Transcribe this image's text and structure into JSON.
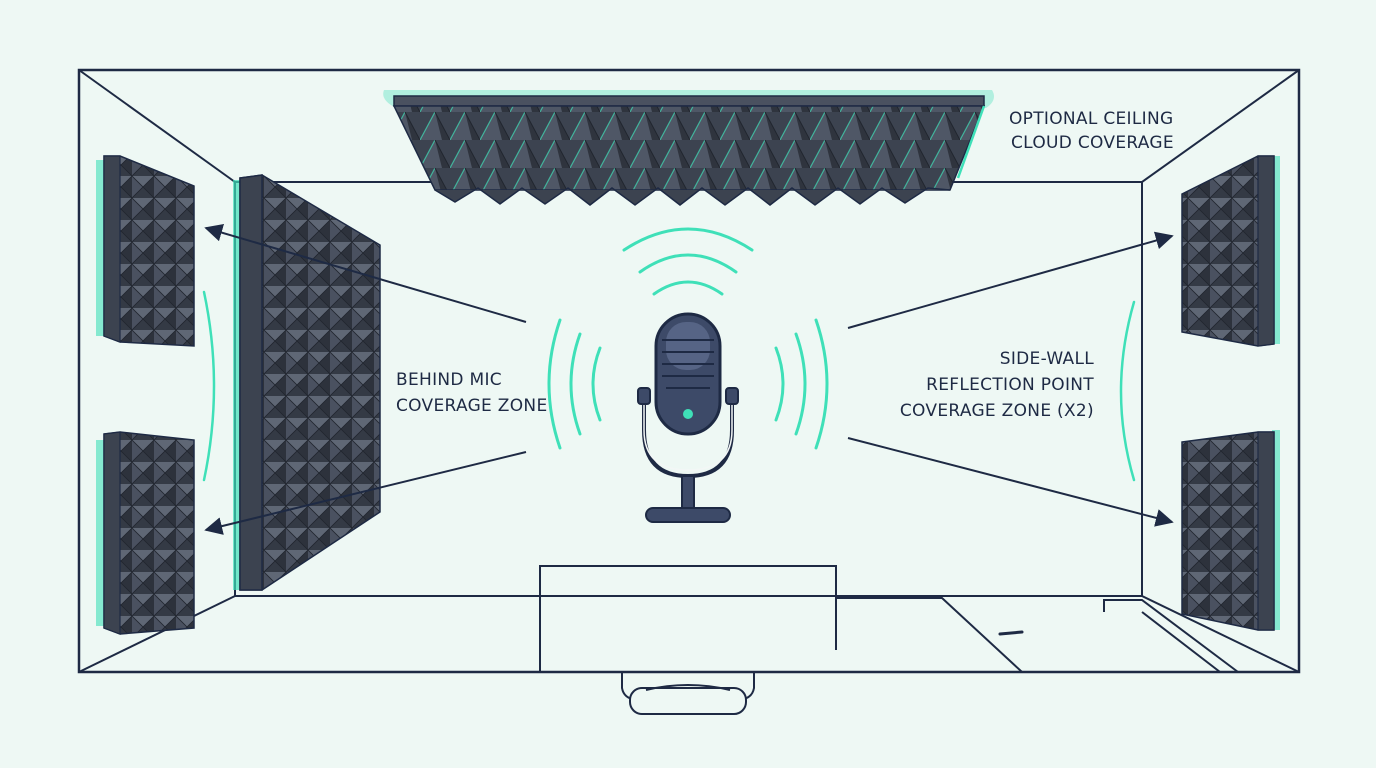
{
  "labels": {
    "ceiling_line1": "OPTIONAL CEILING",
    "ceiling_line2": "CLOUD COVERAGE",
    "behind_line1": "BEHIND MIC",
    "behind_line2": "COVERAGE ZONE",
    "side_line1": "SIDE-WALL",
    "side_line2": "REFLECTION POINT",
    "side_line3": "COVERAGE ZONE (X2)"
  },
  "colors": {
    "background": "#eef8f4",
    "outline": "#1e2a44",
    "accent": "#3fe0b8",
    "foam_dark": "#3c4350",
    "foam_light": "#5f6775",
    "mic_body": "#3d4a68"
  },
  "icons": {
    "microphone": "microphone-icon",
    "sound_waves": "sound-wave-icon",
    "foam_panel": "acoustic-foam-panel-icon",
    "chair": "chair-icon"
  }
}
